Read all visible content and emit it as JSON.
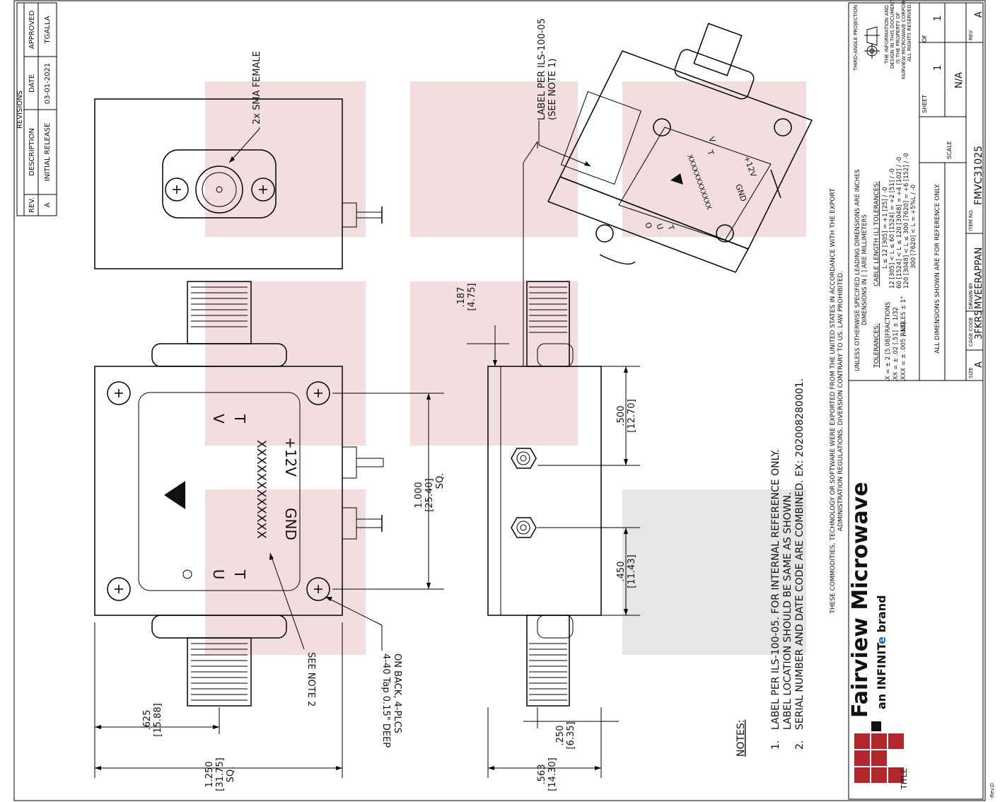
{
  "revisions": {
    "title": "REVISIONS",
    "headers": [
      "REV.",
      "DESCRIPTION",
      "DATE",
      "APPROVED"
    ],
    "row": [
      "A",
      "INITIAL RELEASE",
      "03-01-2021",
      "TGALLA"
    ]
  },
  "callouts": {
    "sma": "2x SMA FEMALE",
    "label_line1": "LABEL PER ILS-100-05",
    "label_line2": "(SEE NOTE 1)",
    "see_note2": "SEE NOTE 2",
    "tap_line1": "4-40 Tap 0.15\" DEEP",
    "tap_line2": "ON BACK, 4-PLCS"
  },
  "device_label": {
    "v": "V",
    "t1": "T",
    "o": "O",
    "u": "U",
    "t2": "T",
    "serial": "XXXXXXXXXXXX",
    "gnd": "GND",
    "plus12": "+12V"
  },
  "dimensions": {
    "d1000": [
      "1.000",
      "[25.40]",
      "SQ."
    ],
    "d1250": [
      "1.250",
      "[31.75]",
      "SQ."
    ],
    "d625": [
      ".625",
      "[15.88]"
    ],
    "d500": [
      ".500",
      "[12.70]"
    ],
    "d450": [
      ".450",
      "[11.43]"
    ],
    "d187": [
      ".187",
      "[4.75]"
    ],
    "d250": [
      ".250",
      "[6.35]"
    ],
    "d563": [
      ".563",
      "[14.30]"
    ]
  },
  "notes": {
    "heading": "NOTES:",
    "items": [
      {
        "num": "1.",
        "text": "LABEL PER ILS-100-05. FOR INTERNAL REFERENCE ONLY."
      },
      {
        "num": "",
        "text": "LABEL LOCATION SHOULD BE SAME AS SHOWN."
      },
      {
        "num": "2.",
        "text": "SERIAL NUMBER AND DATE CODE ARE COMBINED. EX: 202008280001."
      }
    ]
  },
  "export_text": [
    "THESE COMMODITIES, TECHNOLOGY OR SOFTWARE WERE EXPORTED FROM THE UNITED STATES IN ACCORDANCE WITH THE EXPORT",
    "ADMINISTRATION REGULATIONS. DIVERSION CONTRARY TO US. LAW PROHIBITED."
  ],
  "title_block": {
    "brand": "Fairview Microwave",
    "sub_prefix": "an INFINIT",
    "sub_e": "e",
    "sub_suffix": " brand",
    "title_label": "TITLE",
    "unless1": "UNLESS OTHERWISE SPECIFIED LEADING DIMENSIONS ARE INCHES",
    "unless2": "DIMENSIONS IN [ ] ARE MILLIMETERS",
    "tol_head": "TOLERANCES:",
    "tol_lines": [
      ".X = ± 2    [5.08]",
      ".XX = ± .02   [.51]",
      ".XXX = ± .005 [.13]"
    ],
    "frac_lines": [
      "FRACTIONS",
      "± 1/32",
      "ANGLES ± 1°"
    ],
    "cable_head": "CABLE LENGTH (L) TOLERANCES:",
    "cable_lines": [
      "L ≤ 12 [305] = +1 [25] / -0",
      "12 [305] < L ≤ 60 [1524] = +2 [51] / -0",
      "60 [1524] < L ≤ 120 [3048] = +4 [102] / -0",
      "120 [3048] < L ≤ 300 [7620] = +6 [152] / -0",
      "300 [7620] < L = +5%L / -0"
    ],
    "ref_only": "ALL DIMENSIONS SHOWN ARE FOR REFERENCE ONLY.",
    "projection": "THIRD-ANGLE PROJECTION",
    "property": [
      "THE INFORMATION AND",
      "DESIGN IN THIS DOCUMENT",
      "IS THE PROPERTY OF",
      "FAIRVIEW MICROWAVE CORPORATION.",
      "ALL RIGHTS RESERVED."
    ],
    "sheet_label": "SHEET",
    "sheet_num": "1",
    "of_label": "OF",
    "of_num": "1",
    "scale_label": "SCALE",
    "scale_val": "N/A",
    "size_label": "SIZE",
    "size_val": "A",
    "cage_label": "CAGE CODE",
    "cage_val": "3FKR5",
    "drawn_label": "DRAWN BY",
    "drawn_val": "MVEERAPPAN",
    "item_label": "ITEM NO.",
    "item_val": "FMVC31025",
    "rev_label": "REV",
    "rev_val": "A",
    "corner": "-Rev.D"
  },
  "colors": {
    "shade": "#f2dede",
    "gray_shade": "#e6e6e6",
    "logo_red": "#b3262c"
  }
}
